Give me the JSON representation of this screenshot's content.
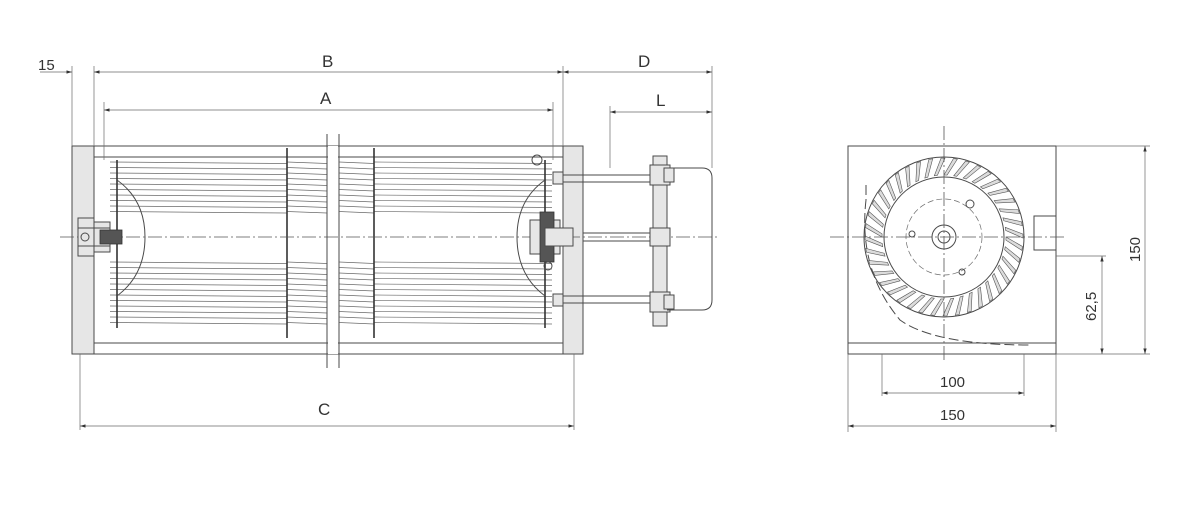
{
  "drawing": {
    "side_view": {
      "dimensions": {
        "offset": "15",
        "overall_length": "B",
        "rotor_length": "A",
        "base_length": "C",
        "motor_length": "D",
        "motor_body": "L"
      }
    },
    "end_view": {
      "dimensions": {
        "width": "150",
        "height": "150",
        "outlet_width": "100",
        "outlet_height": "62,5"
      }
    }
  },
  "colors": {
    "line": "#4a4a4a",
    "housing_fill": "#e6e6e6"
  }
}
